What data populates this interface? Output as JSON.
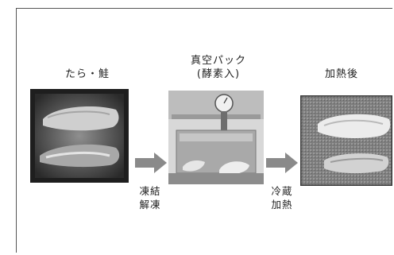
{
  "steps": [
    {
      "title": "たら・鮭"
    },
    {
      "title": "真空パック",
      "subtitle": "(酵素入)"
    },
    {
      "title": "加熱後"
    }
  ],
  "transitions": [
    {
      "line1": "凍結",
      "line2": "解凍"
    },
    {
      "line1": "冷蔵",
      "line2": "加熱"
    }
  ],
  "colors": {
    "arrow": "#8a8a8a",
    "frame": "#555555"
  }
}
